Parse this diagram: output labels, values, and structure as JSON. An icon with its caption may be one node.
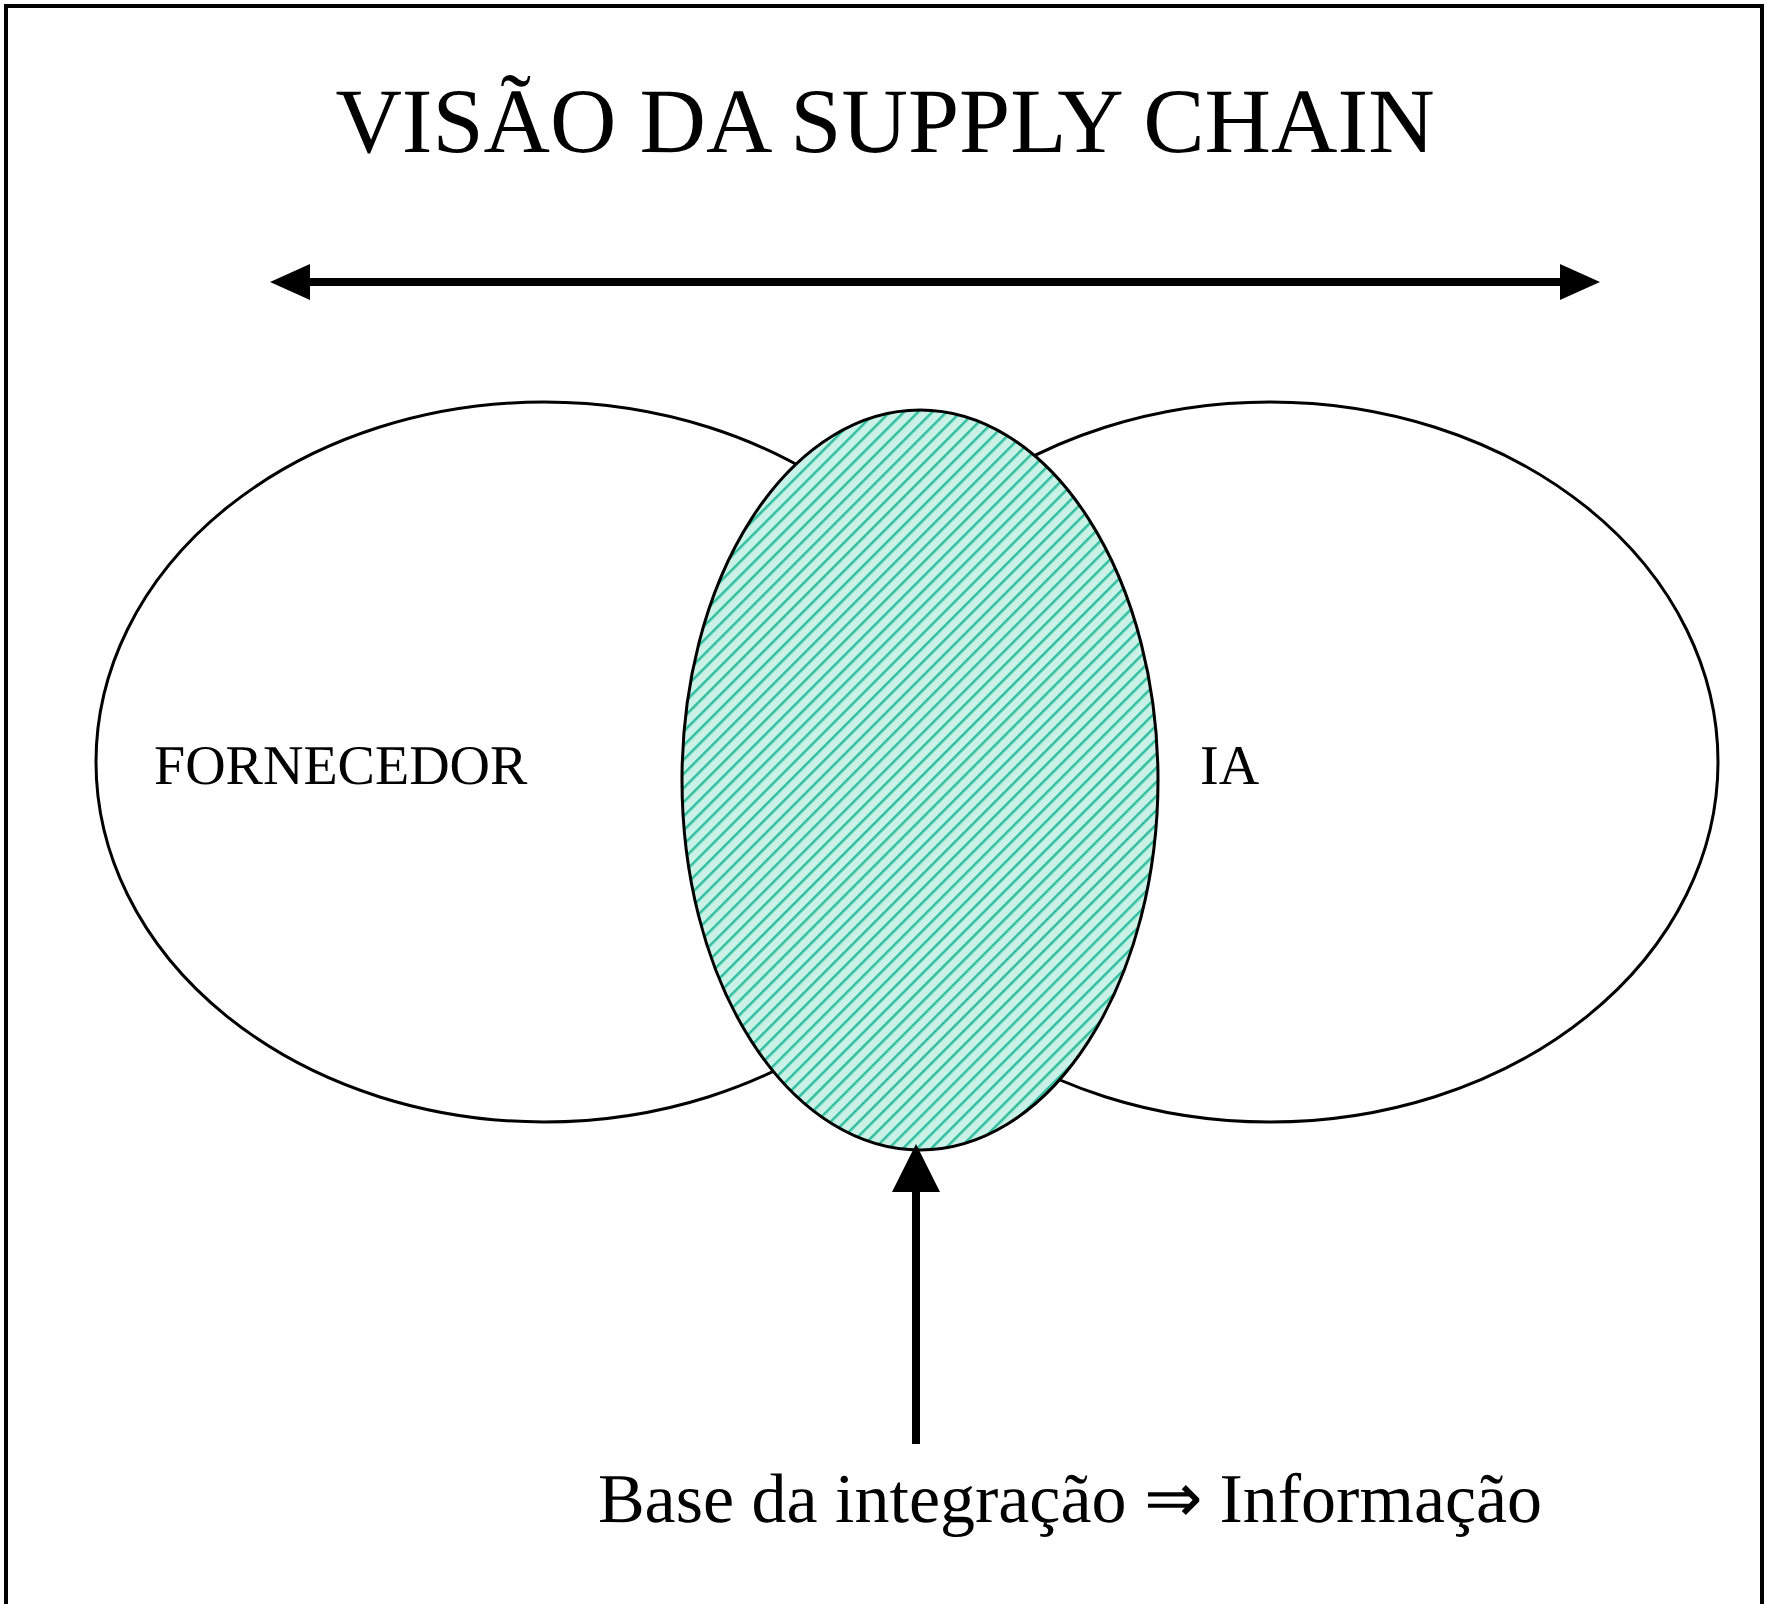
{
  "diagram": {
    "title": "VISÃO DA SUPPLY CHAIN",
    "nodes": [
      {
        "text": [
          "FORNECEDOR"
        ]
      },
      {
        "text": [
          "IA"
        ]
      },
      {
        "text": [],
        "shape": "ellipse"
      },
      {
        "text": [
          "Base da integração ⇒ Informação"
        ]
      }
    ],
    "edges": [
      {
        "from": 3,
        "to": 2,
        "arrow": "to"
      }
    ]
  }
}
